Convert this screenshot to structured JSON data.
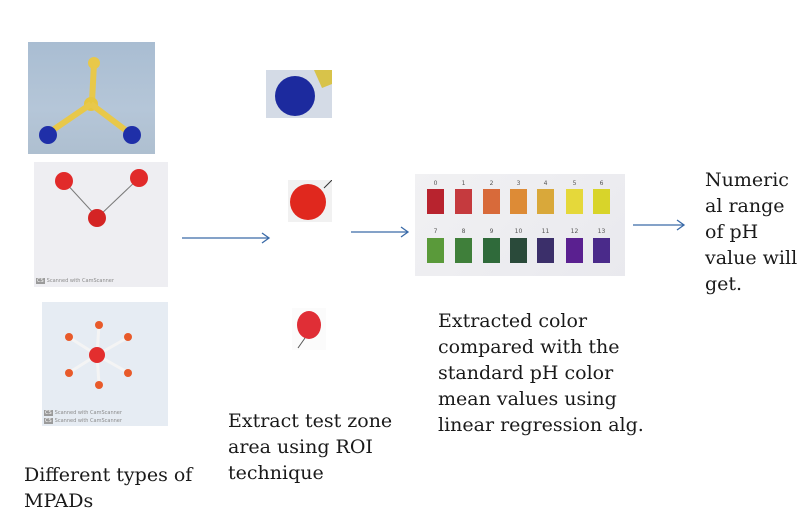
{
  "captions": {
    "mpads": "Different types of MPADs",
    "roi": "Extract test zone area using ROI technique",
    "compare": "Extracted color compared with the standard pH color mean values using linear regression alg.",
    "range_line1": "Numeric",
    "range_line2": "al range",
    "range_line3": "of pH",
    "range_line4": "value will",
    "range_line5": "get."
  },
  "scanner_watermark": "Scanned with CamScanner",
  "scanner_badge": "CS",
  "ph_chart": {
    "numbers": [
      "0",
      "1",
      "2",
      "3",
      "4",
      "5",
      "6",
      "7",
      "8",
      "9",
      "10",
      "11",
      "12",
      "13"
    ],
    "colors": [
      "#b8232e",
      "#c53a3e",
      "#d86a3a",
      "#dd8b36",
      "#d9a83a",
      "#e5d83a",
      "#d8d42a",
      "#5a9a3a",
      "#3f7f3a",
      "#2f6a3a",
      "#2a4a3a",
      "#3b2f6a",
      "#5a2090",
      "#4a2a8a"
    ]
  },
  "flow_arrow_color": "#3a6aa8"
}
